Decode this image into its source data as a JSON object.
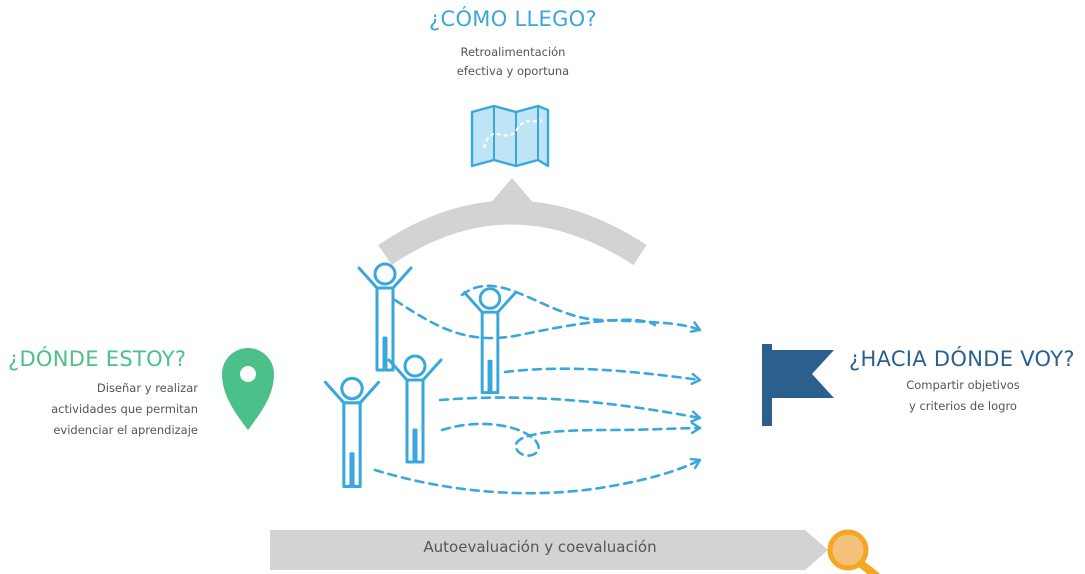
{
  "top": {
    "title": "¿CÓMO LLEGO?",
    "desc_line1": "Retroalimentación",
    "desc_line2": "efectiva y oportuna"
  },
  "left": {
    "title": "¿DÓNDE ESTOY?",
    "desc_line1": "Diseñar y realizar",
    "desc_line2": "actividades que permitan",
    "desc_line3": "evidenciar el aprendizaje"
  },
  "right": {
    "title": "¿HACIA DÓNDE VOY?",
    "desc_line1": "Compartir objetivos",
    "desc_line2": "y criterios de logro"
  },
  "bottom": {
    "label": "Autoevaluación y coevaluación"
  },
  "colors": {
    "blue": "#3aa7dc",
    "green": "#4cc08a",
    "navy": "#2b5f8e",
    "orange": "#f5a623",
    "gray": "#d3d3d3"
  },
  "icons": [
    "map-icon",
    "location-pin-icon",
    "flag-icon",
    "magnifier-icon",
    "person-icon"
  ]
}
